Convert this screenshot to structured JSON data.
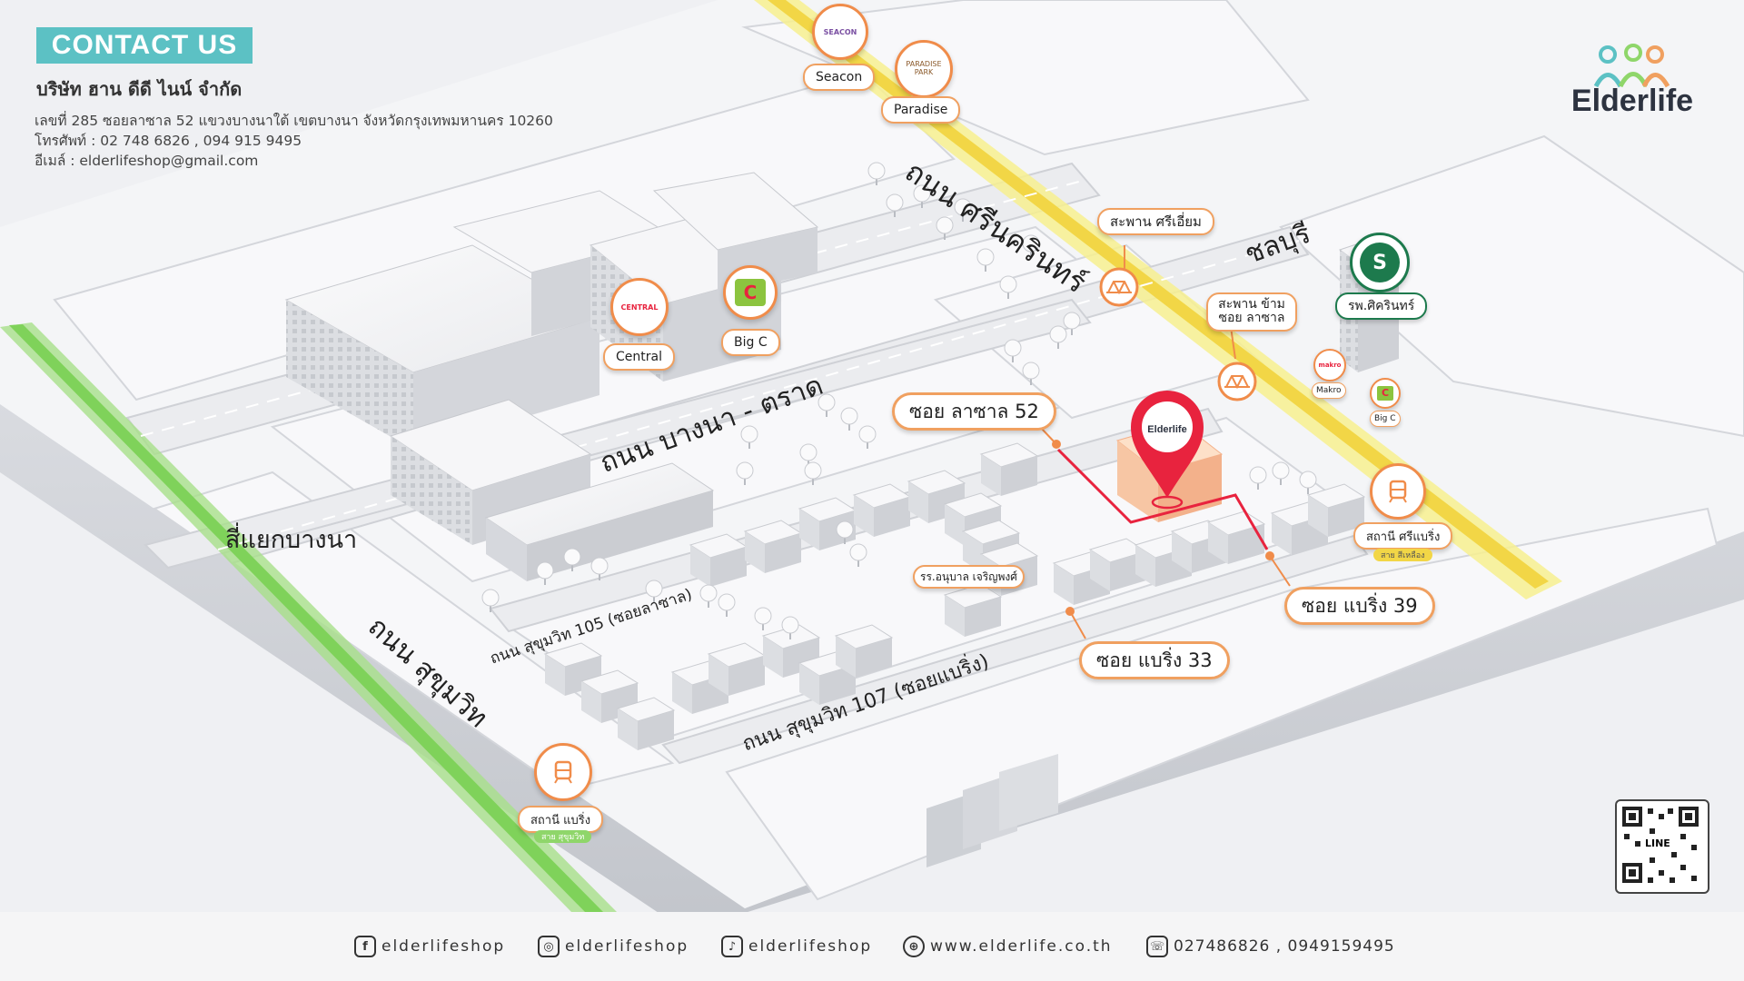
{
  "contact": {
    "heading": "CONTACT US",
    "company": "บริษัท ฮาน ดีดี ไนน์ จำกัด",
    "address": "เลขที่ 285 ซอยลาซาล 52 แขวงบางนาใต้ เขตบางนา จังหวัดกรุงเทพมหานคร 10260",
    "phone": "โทรศัพท์ : 02 748 6826 , 094 915 9495",
    "email": "อีเมล์ : elderlifeshop@gmail.com"
  },
  "brand": {
    "name": "Elderlife",
    "pin_text": "Elderlife"
  },
  "roads": {
    "srinakarin": "ถนน ศรีนครินทร์",
    "chonburi": "ชลบุรี",
    "bangna_trad": "ถนน บางนา - ตราด",
    "bangna_junction": "สี่แยกบางนา",
    "sukhumvit": "ถนน สุขุมวิท",
    "sukhumvit_105": "ถนน สุขุมวิท 105 (ซอยลาซาล)",
    "sukhumvit_107": "ถนน สุขุมวิท 107 (ซอยแบริ่ง)"
  },
  "landmarks": {
    "seacon": {
      "label": "Seacon",
      "logo": "SEACON"
    },
    "paradise": {
      "label": "Paradise",
      "logo": "PARADISE PARK"
    },
    "central": {
      "label": "Central",
      "logo": "CENTRAL"
    },
    "bigc": {
      "label": "Big C"
    },
    "bridge_sri_iam": "สะพาน ศรีเอี่ยม",
    "bridge_lasalle": "สะพาน ข้ามซอย ลาซาล",
    "hospital": "รพ.ศิครินทร์",
    "makro": {
      "label": "Makro",
      "logo": "makro"
    },
    "bigc_small": {
      "label": "Big C"
    },
    "school": "รร.อนุบาล เจริญพงศ์",
    "station_srearing": {
      "label": "สถานี ศรีแบริ่ง",
      "line": "สาย สีเหลือง"
    },
    "station_bearing": {
      "label": "สถานี แบริ่ง",
      "line": "สาย สุขุมวิท"
    }
  },
  "sois": {
    "lasalle52": "ซอย ลาซาล 52",
    "bearing39": "ซอย แบริ่ง 39",
    "bearing33": "ซอย แบริ่ง 33"
  },
  "footer": {
    "facebook": "elderlifeshop",
    "instagram": "elderlifeshop",
    "tiktok": "elderlifeshop",
    "website": "www.elderlife.co.th",
    "phone": "027486826 , 0949159495",
    "qr_label": "LINE"
  },
  "colors": {
    "accent_orange": "#f0a060",
    "teal": "#5cc1c4",
    "pin_red": "#e8233e",
    "yellow_line": "#f5e36a",
    "green_line": "#8fd66a"
  }
}
